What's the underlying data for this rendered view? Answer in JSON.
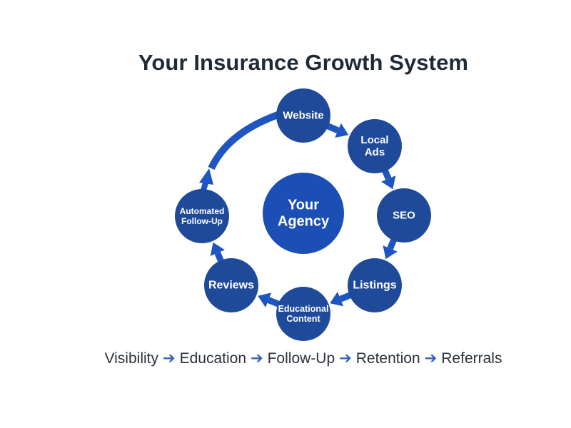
{
  "title": "Your Insurance Growth System",
  "colors": {
    "node": "#1f4a9a",
    "center": "#1c4fb5",
    "arrow": "#1e55c0",
    "title": "#1f2a37",
    "flow_text": "#2b313a",
    "flow_arrow": "#2f5fc4"
  },
  "center": {
    "lines": [
      "Your",
      "Agency"
    ]
  },
  "cycle": [
    {
      "id": "website",
      "lines": [
        "Website"
      ]
    },
    {
      "id": "local-ads",
      "lines": [
        "Local",
        "Ads"
      ]
    },
    {
      "id": "seo",
      "lines": [
        "SEO"
      ]
    },
    {
      "id": "listings",
      "lines": [
        "Listings"
      ]
    },
    {
      "id": "educational-content",
      "lines": [
        "Educational",
        "Content"
      ]
    },
    {
      "id": "reviews",
      "lines": [
        "Reviews"
      ]
    },
    {
      "id": "automated-follow-up",
      "lines": [
        "Automated",
        "Follow-Up"
      ]
    }
  ],
  "flow": {
    "steps": [
      "Visibility",
      "Education",
      "Follow-Up",
      "Retention",
      "Referrals"
    ],
    "separator": "➔"
  }
}
